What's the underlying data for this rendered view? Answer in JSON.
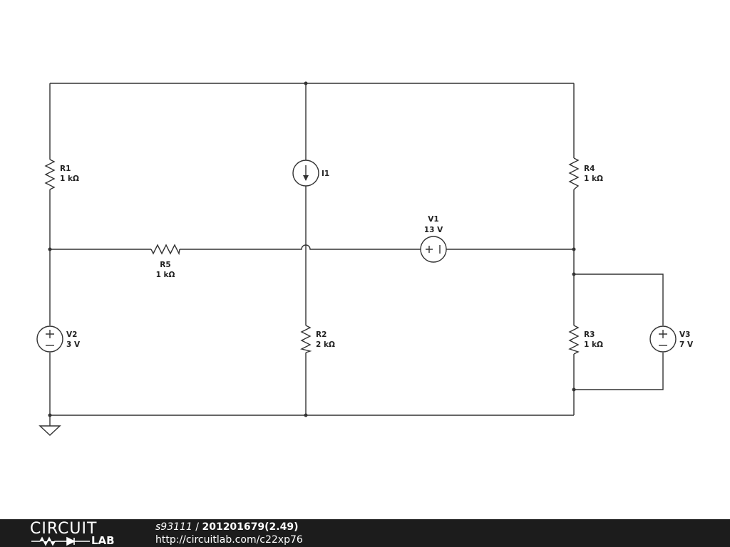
{
  "components": {
    "R1": {
      "name": "R1",
      "value": "1 kΩ"
    },
    "R2": {
      "name": "R2",
      "value": "2 kΩ"
    },
    "R3": {
      "name": "R3",
      "value": "1 kΩ"
    },
    "R4": {
      "name": "R4",
      "value": "1 kΩ"
    },
    "R5": {
      "name": "R5",
      "value": "1 kΩ"
    },
    "I1": {
      "name": "I1"
    },
    "V1": {
      "name": "V1",
      "value": "13 V"
    },
    "V2": {
      "name": "V2",
      "value": "3 V"
    },
    "V3": {
      "name": "V3",
      "value": "7 V"
    }
  },
  "footer": {
    "logo_top": "CIRCUIT",
    "logo_bottom": "LAB",
    "user": "s93111",
    "separator": " / ",
    "title": "201201679(2.49)",
    "url": "http://circuitlab.com/c22xp76"
  },
  "colors": {
    "wire": "#333333",
    "footer_bg": "#1c1c1c",
    "background": "#ffffff"
  }
}
